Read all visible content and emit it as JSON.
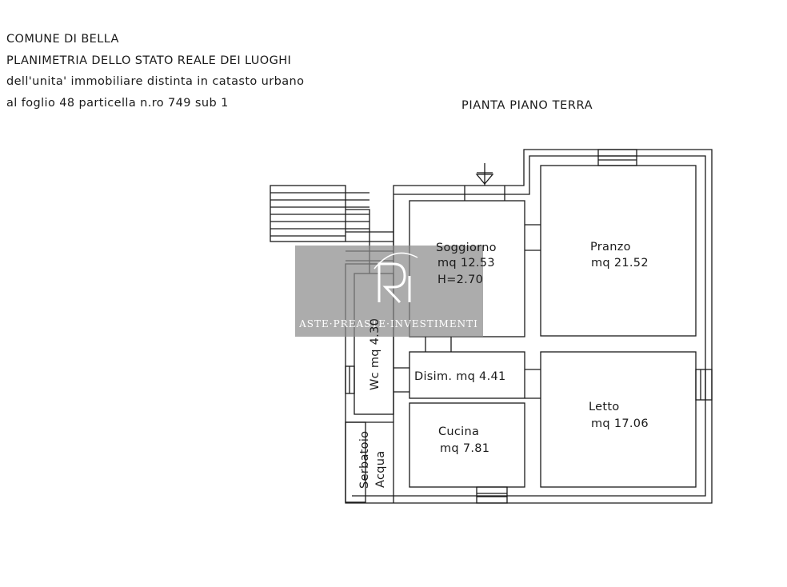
{
  "header": {
    "line1": "COMUNE DI BELLA",
    "line2": "PLANIMETRIA DELLO STATO REALE DEI LUOGHI",
    "line3": "dell'unita' immobiliare distinta in catasto urbano",
    "line4": "al foglio 48 particella n.ro 749 sub 1"
  },
  "plan_title": "PIANTA PIANO TERRA",
  "rooms": {
    "soggiorno": {
      "name": "Soggiorno",
      "area": "mq 12.53",
      "height": "H=2.70"
    },
    "pranzo": {
      "name": "Pranzo",
      "area": "mq 21.52"
    },
    "wc": {
      "text": "Wc  mq  4.30"
    },
    "disimpegno": {
      "text": "Disim.  mq  4.41"
    },
    "letto": {
      "name": "Letto",
      "area": "mq 17.06"
    },
    "cucina": {
      "name": "Cucina",
      "area": "mq 7.81"
    },
    "serbatoio": {
      "line1": "Serbatoio",
      "line2": "Acqua"
    }
  },
  "watermark": {
    "monogram": "RI",
    "text": "ASTE·PREASTE·INVESTIMENTI"
  },
  "colors": {
    "lines": "#1a1a1a",
    "watermark": "#8c8c8c"
  }
}
